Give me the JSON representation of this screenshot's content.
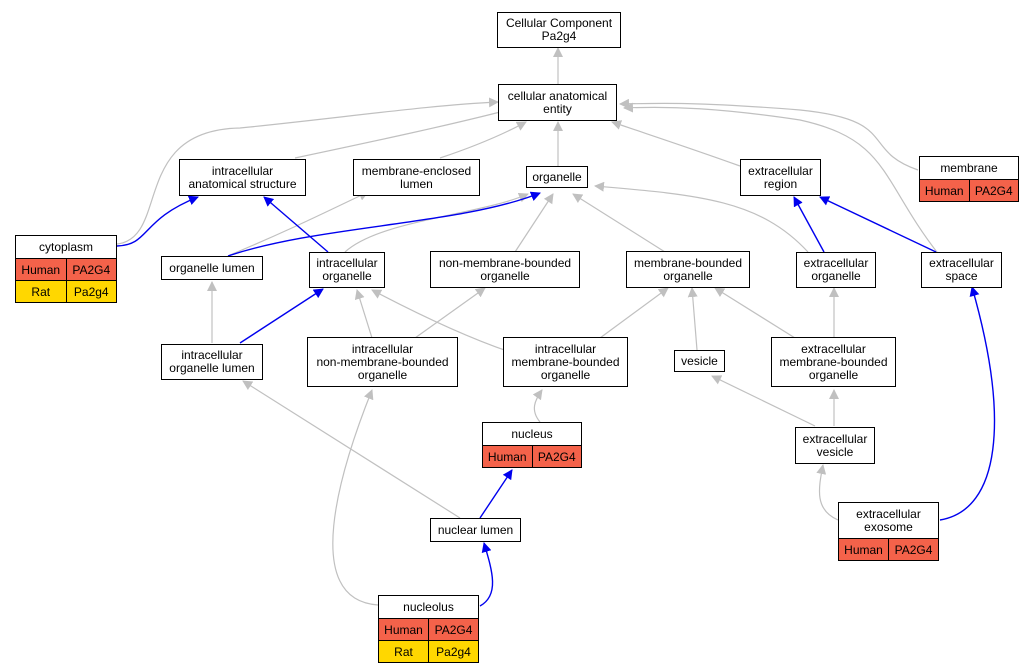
{
  "colors": {
    "gray_edge": "#c0c0c0",
    "blue_edge": "#0000ee",
    "human_fill": "#f4624a",
    "rat_fill": "#ffd700",
    "node_border": "#000000",
    "background": "#ffffff"
  },
  "nodes": {
    "root": [
      "Cellular Component",
      "Pa2g4"
    ],
    "cae": [
      "cellular anatomical",
      "entity"
    ],
    "ias": [
      "intracellular",
      "anatomical structure"
    ],
    "mel": [
      "membrane-enclosed",
      "lumen"
    ],
    "organelle": [
      "organelle"
    ],
    "ecr": [
      "extracellular",
      "region"
    ],
    "olumen": [
      "organelle lumen"
    ],
    "iorg": [
      "intracellular",
      "organelle"
    ],
    "nmbo": [
      "non-membrane-bounded",
      "organelle"
    ],
    "mbo": [
      "membrane-bounded",
      "organelle"
    ],
    "ecorg": [
      "extracellular",
      "organelle"
    ],
    "ecspace": [
      "extracellular",
      "space"
    ],
    "iol": [
      "intracellular",
      "organelle lumen"
    ],
    "inmbo": [
      "intracellular",
      "non-membrane-bounded",
      "organelle"
    ],
    "imbo": [
      "intracellular",
      "membrane-bounded",
      "organelle"
    ],
    "vesicle": [
      "vesicle"
    ],
    "ecmbo": [
      "extracellular",
      "membrane-bounded",
      "organelle"
    ],
    "ecves": [
      "extracellular",
      "vesicle"
    ],
    "nlumen": [
      "nuclear lumen"
    ]
  },
  "gene_nodes": {
    "membrane": {
      "title": [
        "membrane"
      ],
      "rows": [
        [
          "Human",
          "PA2G4"
        ]
      ]
    },
    "cytoplasm": {
      "title": [
        "cytoplasm"
      ],
      "rows": [
        [
          "Human",
          "PA2G4"
        ],
        [
          "Rat",
          "Pa2g4"
        ]
      ]
    },
    "nucleus": {
      "title": [
        "nucleus"
      ],
      "rows": [
        [
          "Human",
          "PA2G4"
        ]
      ]
    },
    "exosome": {
      "title": [
        "extracellular",
        "exosome"
      ],
      "rows": [
        [
          "Human",
          "PA2G4"
        ]
      ]
    },
    "nucleolus": {
      "title": [
        "nucleolus"
      ],
      "rows": [
        [
          "Human",
          "PA2G4"
        ],
        [
          "Rat",
          "Pa2g4"
        ]
      ]
    }
  }
}
